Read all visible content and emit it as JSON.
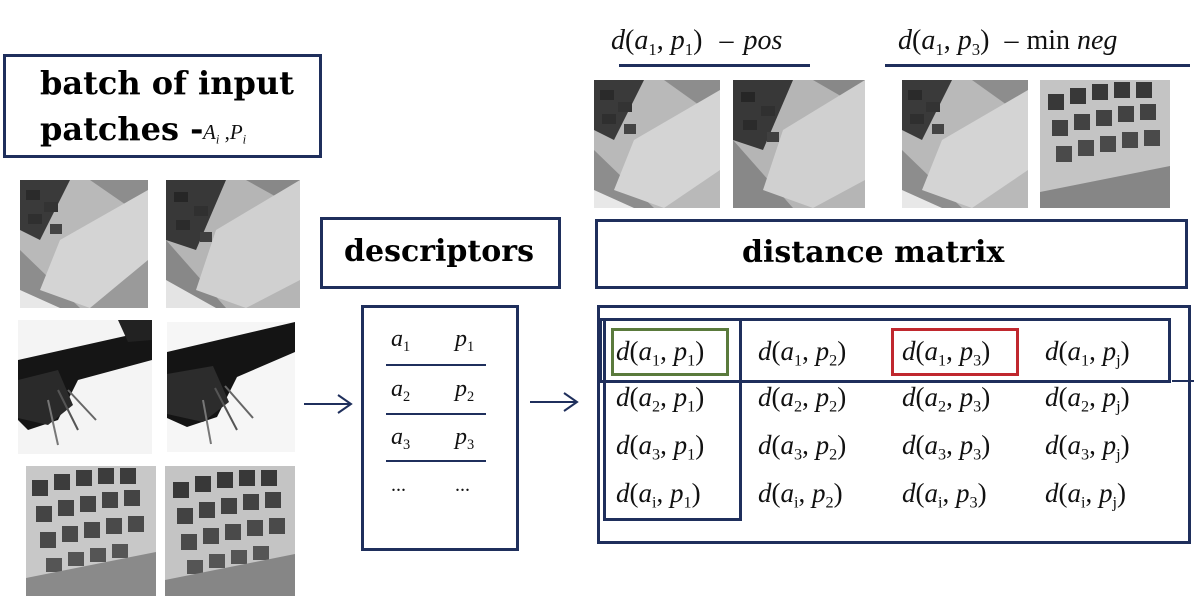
{
  "input_box": {
    "title_line1": "batch of input",
    "title_line2": "patches -",
    "var_a": "A",
    "var_a_sub": "i",
    "sep": ",",
    "var_p": "P",
    "var_p_sub": "i"
  },
  "descriptors_label": "descriptors",
  "distance_matrix_label": "distance matrix",
  "pos_label": {
    "d": "d",
    "a": "a",
    "a_sub": "1",
    "p": "p",
    "p_sub": "1",
    "dash": "–",
    "text": "pos"
  },
  "neg_label": {
    "d": "d",
    "a": "a",
    "a_sub": "1",
    "p": "p",
    "p_sub": "3",
    "dash": "–",
    "min": "min",
    "text": "neg"
  },
  "descriptor_rows": [
    {
      "a": "a",
      "a_sub": "1",
      "p": "p",
      "p_sub": "1"
    },
    {
      "a": "a",
      "a_sub": "2",
      "p": "p",
      "p_sub": "2"
    },
    {
      "a": "a",
      "a_sub": "3",
      "p": "p",
      "p_sub": "3"
    }
  ],
  "descriptor_ellipsis": [
    "...",
    "..."
  ],
  "matrix": {
    "row_subs": [
      "1",
      "2",
      "3",
      "i"
    ],
    "col_subs": [
      "1",
      "2",
      "3",
      "j"
    ],
    "func": "d",
    "a": "a",
    "p": "p"
  },
  "colors": {
    "frame": "#1f2f5c",
    "positive_highlight": "#5a7a3c",
    "negative_highlight": "#c0282e"
  }
}
